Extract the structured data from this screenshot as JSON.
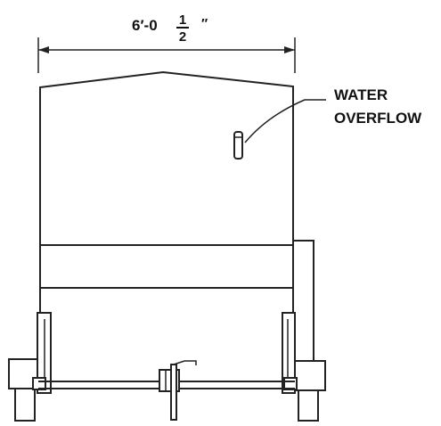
{
  "dimension": {
    "whole": "6′-0",
    "frac_num": "1",
    "frac_den": "2",
    "unit": "″"
  },
  "callout": {
    "line1": "WATER",
    "line2": "OVERFLOW"
  }
}
